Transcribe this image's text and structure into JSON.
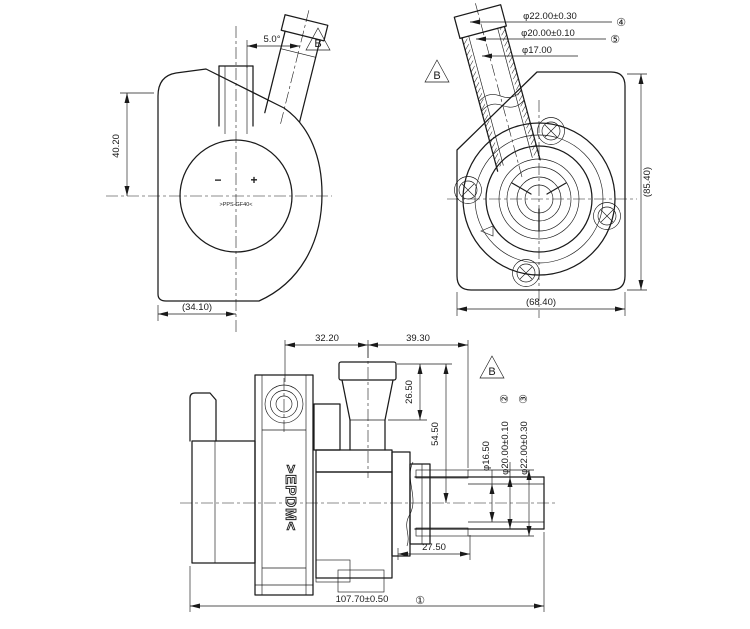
{
  "drawing": {
    "kind": "engineering-3-view-pump-drawing",
    "line_color": "#1a1a1a",
    "bg_color": "#ffffff"
  },
  "rear_view": {
    "angle_dim": "5.0°",
    "revision_flag": "B",
    "height_dim": "40.20",
    "width_dim": "(34.10)",
    "terminal_minus": "−",
    "terminal_plus": "+",
    "material_marking": ">PPS-GF40<"
  },
  "front_view": {
    "revision_flag": "B",
    "inlet_od_dim": "φ22.00±0.30",
    "inlet_od_ref": "④",
    "inlet_mid_dim": "φ20.00±0.10",
    "inlet_mid_ref": "⑤",
    "inlet_bore_dim": "φ17.00",
    "height_dim": "(85.40)",
    "width_dim": "(68.40)"
  },
  "side_view": {
    "revision_flag": "B",
    "outlet_offset_dim": "32.20",
    "inlet_offset_dim": "39.30",
    "outlet_barb_dim": "26.50",
    "outlet_height_dim": "54.50",
    "inlet_bore_dim": "φ16.50",
    "inlet_mid_dim": "φ20.00±0.10",
    "inlet_mid_ref": "②",
    "inlet_od_dim": "φ22.00±0.30",
    "inlet_od_ref": "③",
    "inlet_len_dim": "27.50",
    "overall_len_dim": "107.70±0.50",
    "overall_len_ref": "①",
    "seal_marking": ">EPDM<"
  }
}
